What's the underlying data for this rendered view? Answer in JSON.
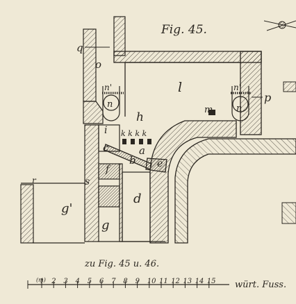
{
  "figure_title": "Fig. 45.",
  "caption": "zu Fig. 45 u. 46.",
  "scale": {
    "zero_marker": "(m)",
    "numbers": [
      "1",
      "2",
      "3",
      "4",
      "5",
      "6",
      "7",
      "8",
      "9",
      "10",
      "11",
      "12",
      "13",
      "14",
      "15"
    ],
    "unit": "würt. Fuss."
  },
  "labels": {
    "q": "q",
    "o": "o",
    "n_prime_left": "n'",
    "n_left": "n",
    "l": "l",
    "n_prime_right": "n'",
    "n_right": "n",
    "p": "p",
    "m": "m",
    "h": "h",
    "i": "i",
    "k_row": "k k k k",
    "c": "c",
    "a": "a",
    "b": "b",
    "e": "e",
    "f": "f",
    "s": "s",
    "r": "r",
    "g_prime": "g'",
    "d": "d",
    "g": "g"
  },
  "colors": {
    "paper": "#efe9d6",
    "ink": "#2b2721"
  }
}
